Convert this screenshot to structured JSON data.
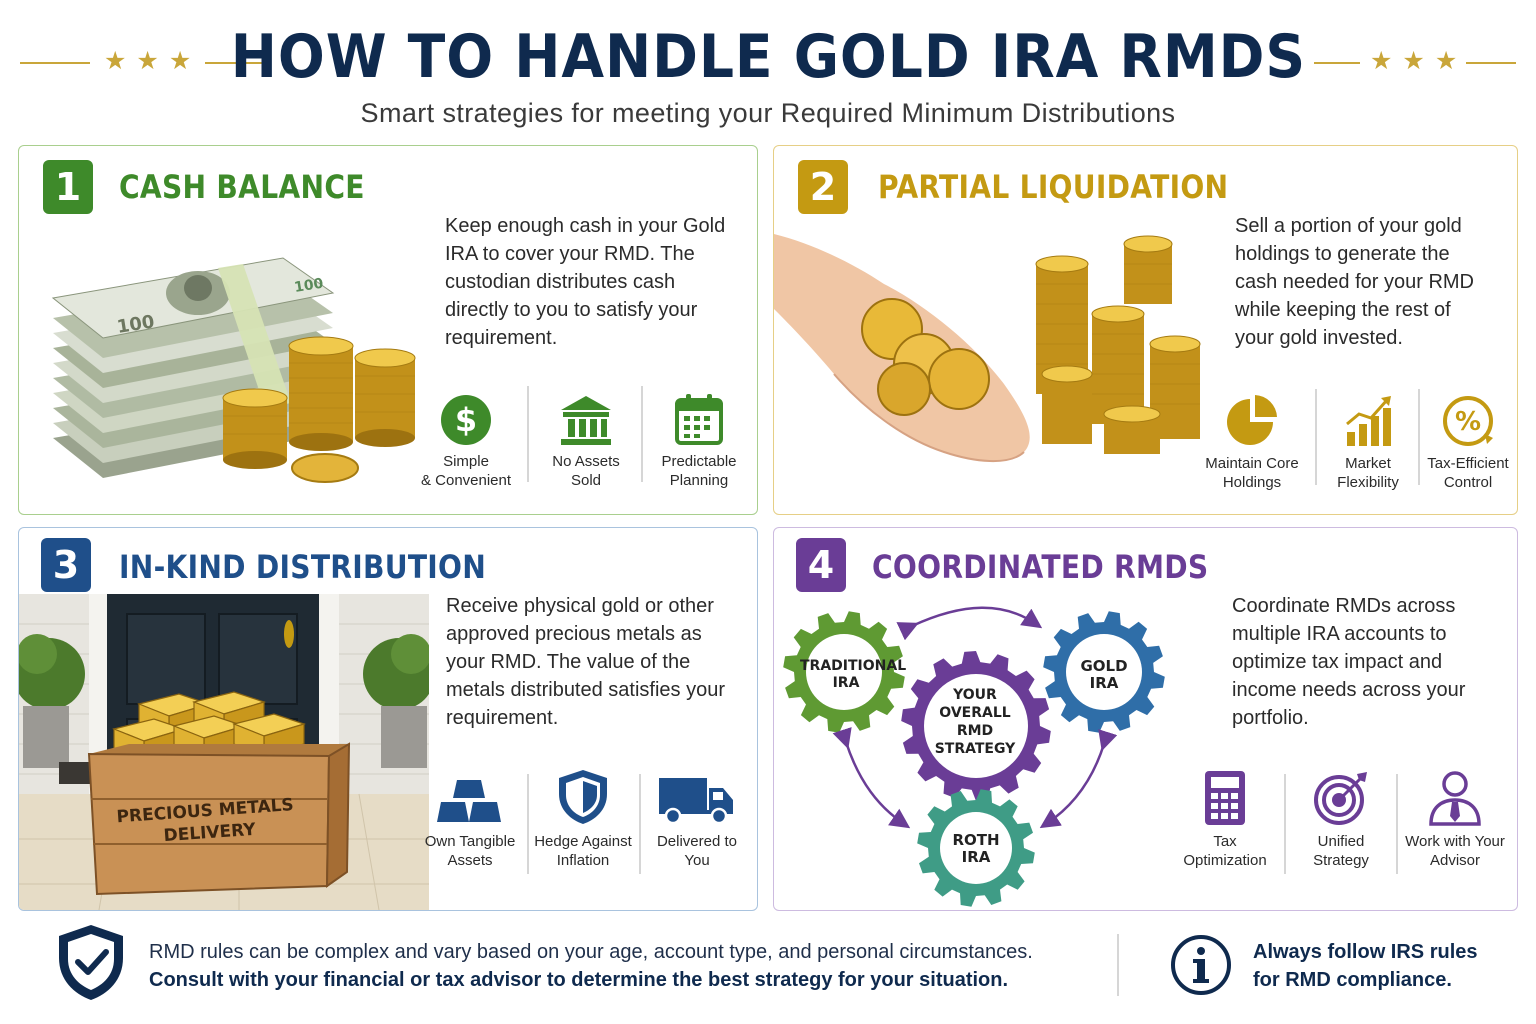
{
  "header": {
    "title": "HOW TO HANDLE GOLD IRA RMDS",
    "subtitle": "Smart strategies for meeting your Required Minimum Distributions",
    "stars": "★★★"
  },
  "colors": {
    "navy": "#0f2a4e",
    "gold": "#c9a63a",
    "green": "#3e8a2a",
    "mustard": "#c49a12",
    "blue": "#1f4f8a",
    "purple": "#6a3d96"
  },
  "strategies": [
    {
      "number": "1",
      "title": "CASH BALANCE",
      "description": "Keep enough cash in your Gold IRA to cover your RMD. The custodian distributes cash directly to you to satisfy your requirement.",
      "features": [
        {
          "icon": "dollar-icon",
          "label": "Simple\n& Convenient"
        },
        {
          "icon": "bank-icon",
          "label": "No Assets\nSold"
        },
        {
          "icon": "calendar-icon",
          "label": "Predictable\nPlanning"
        }
      ]
    },
    {
      "number": "2",
      "title": "PARTIAL LIQUIDATION",
      "description": "Sell a portion of your gold holdings to generate the cash needed for your RMD while keeping the rest of your gold invested.",
      "features": [
        {
          "icon": "pie-chart-icon",
          "label": "Maintain Core\nHoldings"
        },
        {
          "icon": "growth-chart-icon",
          "label": "Market\nFlexibility"
        },
        {
          "icon": "percent-icon",
          "label": "Tax-Efficient\nControl"
        }
      ]
    },
    {
      "number": "3",
      "title": "IN-KIND DISTRIBUTION",
      "description": "Receive physical gold or other approved precious metals as your RMD. The value of the metals distributed satisfies your requirement.",
      "crate_label": "PRECIOUS METALS\nDELIVERY",
      "features": [
        {
          "icon": "gold-bars-icon",
          "label": "Own Tangible\nAssets"
        },
        {
          "icon": "shield-icon",
          "label": "Hedge Against\nInflation"
        },
        {
          "icon": "truck-icon",
          "label": "Delivered to\nYou"
        }
      ]
    },
    {
      "number": "4",
      "title": "COORDINATED RMDS",
      "description": "Coordinate RMDs across multiple IRA accounts to optimize tax impact and income needs across your portfolio.",
      "gears": {
        "traditional": "TRADITIONAL\nIRA",
        "gold": "GOLD\nIRA",
        "center": "YOUR\nOVERALL\nRMD\nSTRATEGY",
        "roth": "ROTH\nIRA"
      },
      "features": [
        {
          "icon": "calculator-icon",
          "label": "Tax\nOptimization"
        },
        {
          "icon": "target-icon",
          "label": "Unified\nStrategy"
        },
        {
          "icon": "advisor-icon",
          "label": "Work with Your\nAdvisor"
        }
      ]
    }
  ],
  "footer": {
    "note": "RMD rules can be complex and vary based on your age, account type, and personal circumstances.",
    "note_bold": "Consult with your financial or tax advisor to determine the best strategy for your situation.",
    "irs_line1": "Always follow IRS rules",
    "irs_line2": "for RMD compliance."
  }
}
